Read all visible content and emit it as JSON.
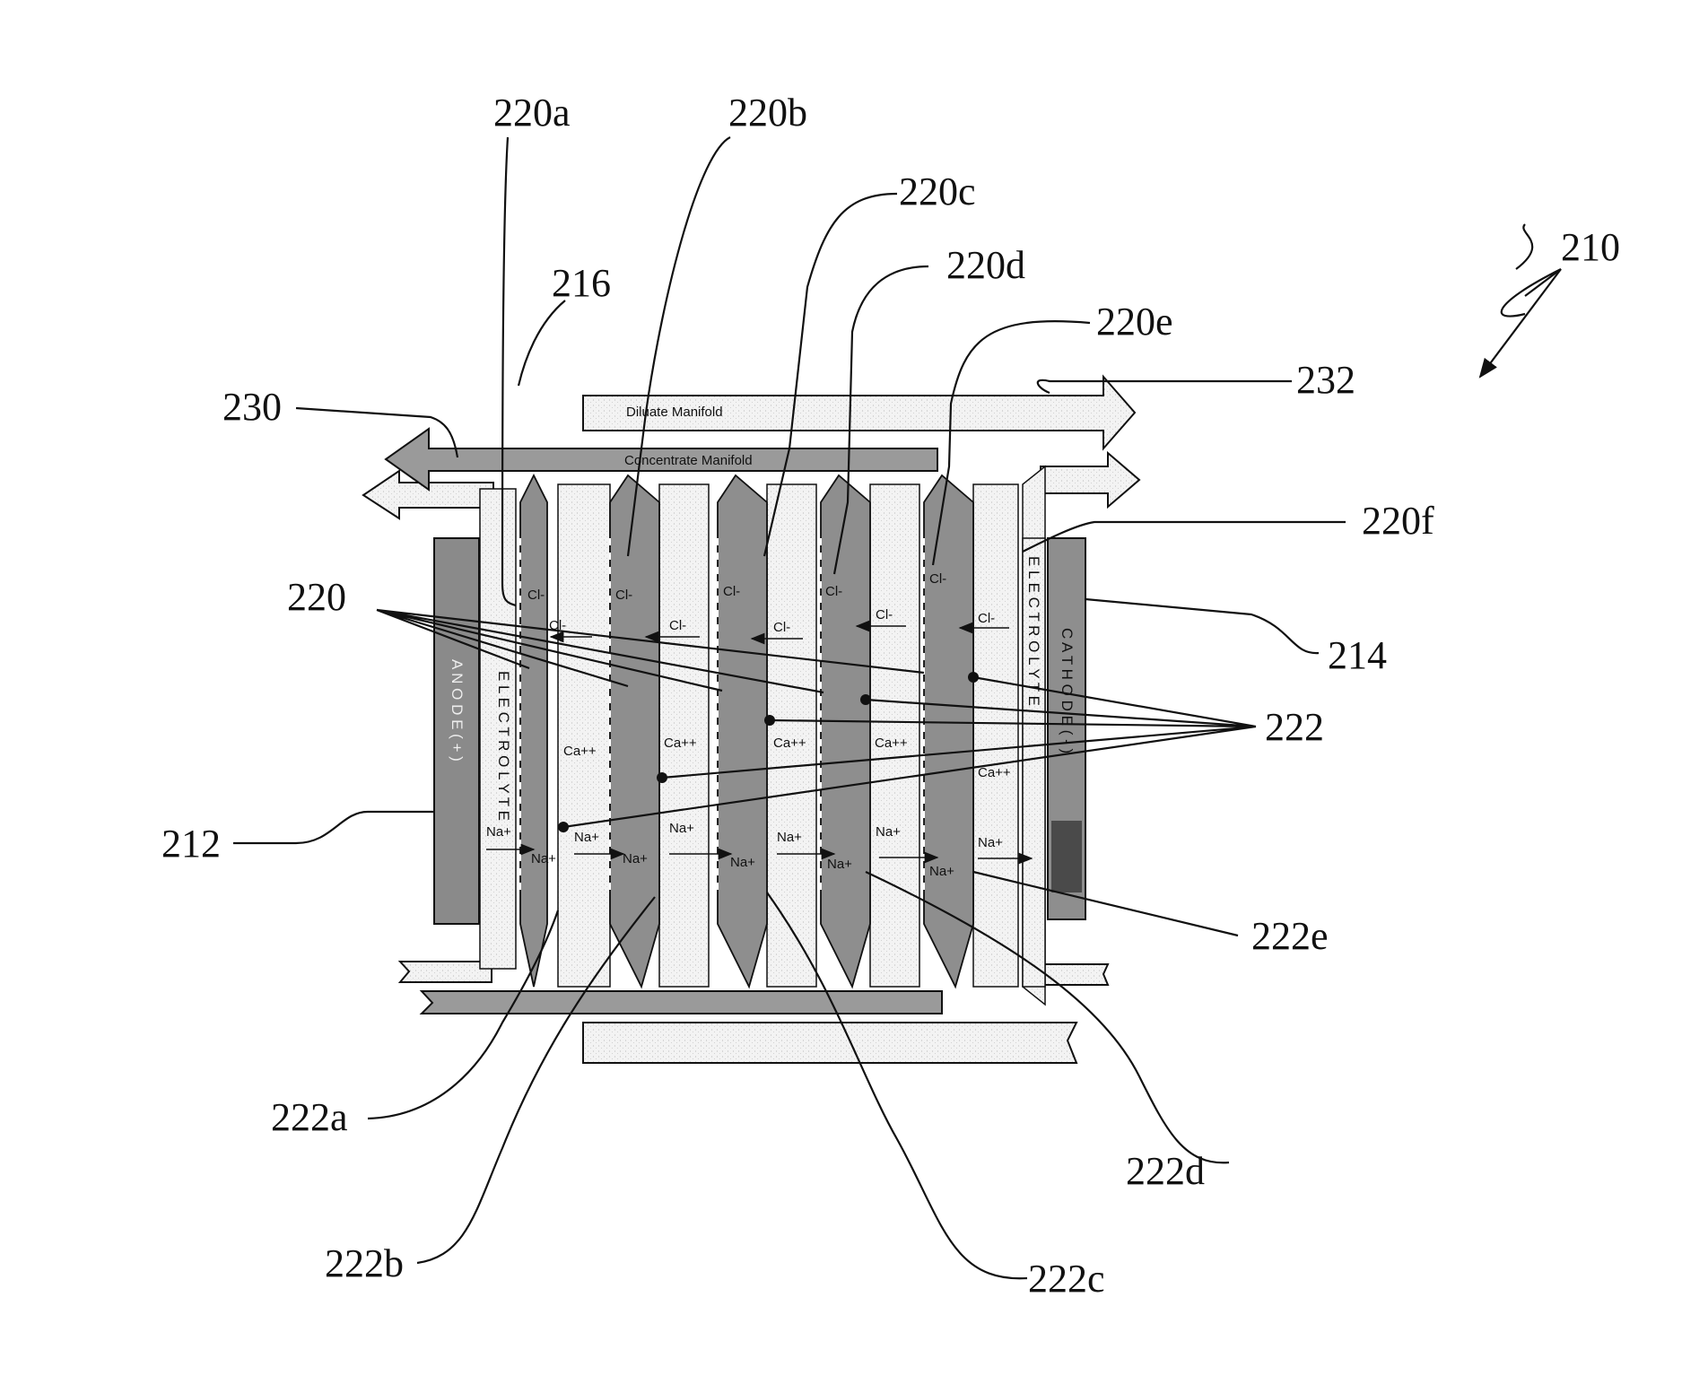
{
  "references": {
    "r210": "210",
    "r212": "212",
    "r214": "214",
    "r216": "216",
    "r220": "220",
    "r220a": "220a",
    "r220b": "220b",
    "r220c": "220c",
    "r220d": "220d",
    "r220e": "220e",
    "r220f": "220f",
    "r222": "222",
    "r222a": "222a",
    "r222b": "222b",
    "r222c": "222c",
    "r222d": "222d",
    "r222e": "222e",
    "r230": "230",
    "r232": "232"
  },
  "manifolds": {
    "diluate": "Diluate Manifold",
    "concentrate": "Concentrate Manifold"
  },
  "electrodes": {
    "anode": "ANODE(+)",
    "cathode": "CATHODE(-)"
  },
  "electrolyte": "ELECTROLYTE",
  "ions": {
    "chloride": "Cl-",
    "calcium": "Ca++",
    "sodium": "Na+"
  },
  "colors": {
    "membrane": "#8e8e8e",
    "electrode": "#8a8a8a",
    "manifold": "#9a9a9a",
    "line": "#111111"
  }
}
